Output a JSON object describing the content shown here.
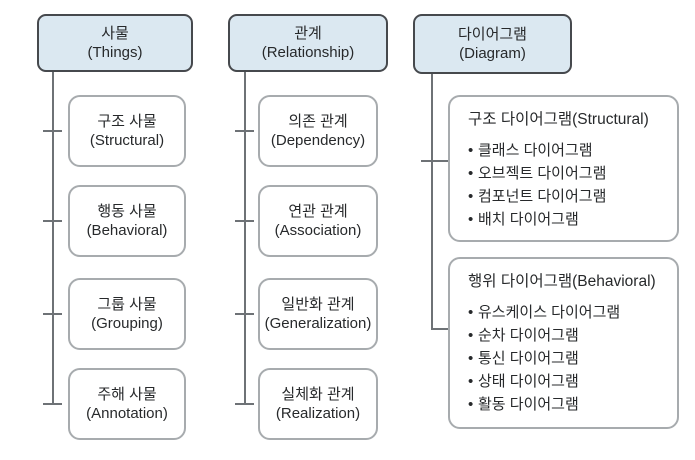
{
  "diagram": {
    "title_hint": "UML building blocks tree",
    "colors": {
      "header_fill": "#dbe8f1",
      "header_border": "#46494d",
      "child_border": "#a7abae",
      "connector": "#6e7276",
      "text": "#27292b"
    },
    "columns": [
      {
        "header": {
          "ko": "사물",
          "en": "(Things)"
        },
        "children": [
          {
            "ko": "구조 사물",
            "en": "(Structural)"
          },
          {
            "ko": "행동 사물",
            "en": "(Behavioral)"
          },
          {
            "ko": "그룹 사물",
            "en": "(Grouping)"
          },
          {
            "ko": "주해 사물",
            "en": "(Annotation)"
          }
        ]
      },
      {
        "header": {
          "ko": "관계",
          "en": "(Relationship)"
        },
        "children": [
          {
            "ko": "의존 관계",
            "en": "(Dependency)"
          },
          {
            "ko": "연관 관계",
            "en": "(Association)"
          },
          {
            "ko": "일반화 관계",
            "en": "(Generalization)"
          },
          {
            "ko": "실체화 관계",
            "en": "(Realization)"
          }
        ]
      },
      {
        "header": {
          "ko": "다이어그램",
          "en": "(Diagram)"
        },
        "groups": [
          {
            "title": "구조 다이어그램(Structural)",
            "items": [
              "클래스 다이어그램",
              "오브젝트 다이어그램",
              "컴포넌트 다이어그램",
              "배치 다이어그램"
            ]
          },
          {
            "title": "행위 다이어그램(Behavioral)",
            "items": [
              "유스케이스 다이어그램",
              "순차 다이어그램",
              "통신 다이어그램",
              "상태 다이어그램",
              "활동 다이어그램"
            ]
          }
        ]
      }
    ]
  }
}
